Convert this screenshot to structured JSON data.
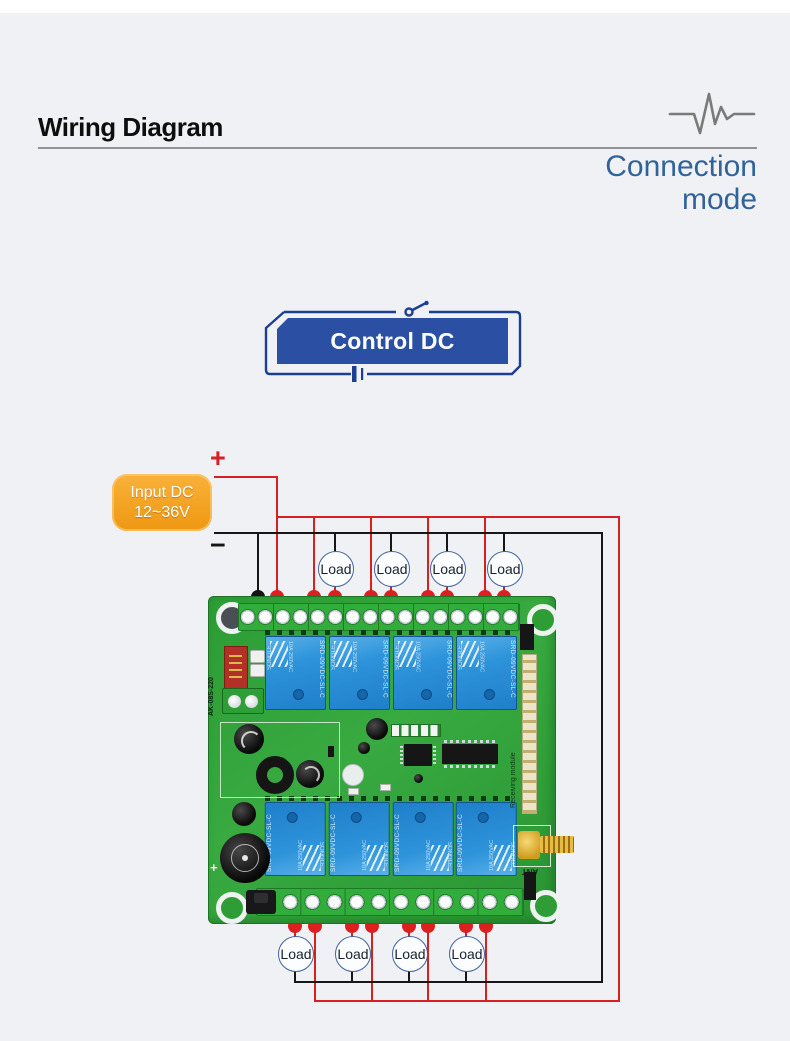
{
  "header": {
    "title": "Wiring Diagram",
    "subtitle_line1": "Connection",
    "subtitle_line2": "mode"
  },
  "control": {
    "label": "Control DC"
  },
  "power": {
    "input_label_line1": "Input DC",
    "input_label_line2": "12~36V",
    "plus": "+",
    "minus": "−"
  },
  "loads": {
    "top": [
      "Load",
      "Load",
      "Load",
      "Load"
    ],
    "bottom": [
      "Load",
      "Load",
      "Load",
      "Load"
    ]
  },
  "board": {
    "model": "AK-08S-220",
    "receiver_label": "Receiving module",
    "antenna_label": "ANT",
    "plus_mark": "+",
    "relay_brand": "SONGLE",
    "relay_rating": "10A 250VAC",
    "relay_marking": "SRD-09VDC-SL-C"
  },
  "colors": {
    "wire_positive": "#d7211f",
    "wire_negative": "#161616",
    "board_green": "#2f9d37",
    "relay_blue": "#2a8fd6",
    "control_blue": "#2b4fa3",
    "heading_blue": "#31639b",
    "badge_orange": "#f5a01d"
  }
}
